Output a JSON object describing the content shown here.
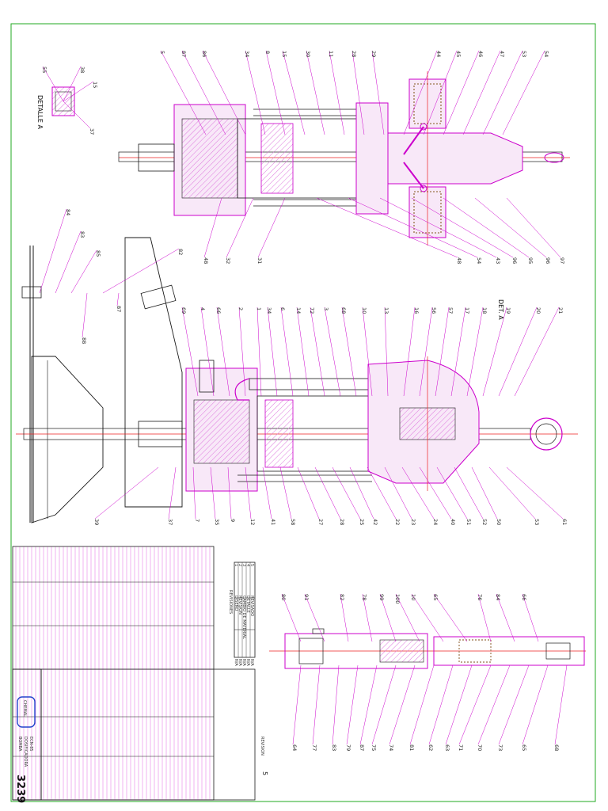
{
  "sheet": {
    "drawing_number": "3239",
    "revision_label": "REVISION",
    "revision_number": "5",
    "title_lines": [
      "BOMBA",
      "DOSIFICADORA",
      "ECN-85"
    ],
    "company_logo": "CHEMAL",
    "detail_a_label": "DETALLE A",
    "det_a_label": "DET. A",
    "revisiones_label": "REVISIONES"
  },
  "colors": {
    "frame": "#22aa22",
    "outline": "#cc00cc",
    "hatch": "#dd77dd",
    "part": "#1a1a1a",
    "center_line": "#ee2222",
    "spring": "#aa8866",
    "background": "#ffffff"
  },
  "callouts_top": [
    "5",
    "87",
    "86",
    "34",
    "8",
    "15",
    "30",
    "11",
    "28",
    "29",
    "44",
    "45",
    "46",
    "47",
    "53",
    "54"
  ],
  "callouts_top_lower": [
    "48",
    "32",
    "31",
    "48",
    "54",
    "43",
    "96",
    "95",
    "96",
    "97"
  ],
  "callouts_mid_top": [
    "69",
    "4",
    "66",
    "2",
    "1",
    "34",
    "6",
    "14",
    "72",
    "3",
    "68",
    "10",
    "13",
    "16",
    "56",
    "57",
    "17",
    "18",
    "19",
    "20",
    "21"
  ],
  "callouts_mid_bottom": [
    "39",
    "37",
    "7",
    "35",
    "9",
    "12",
    "41",
    "58",
    "27",
    "28",
    "25",
    "42",
    "22",
    "23",
    "24",
    "40",
    "51",
    "52",
    "50",
    "53",
    "61"
  ],
  "callouts_left": [
    "84",
    "83",
    "85",
    "88",
    "82",
    "87"
  ],
  "callouts_detail": [
    "55",
    "38",
    "15",
    "37"
  ],
  "callouts_bottom_top": [
    "80",
    "91",
    "82",
    "78",
    "99",
    "100",
    "10",
    "65",
    "76",
    "84",
    "66"
  ],
  "callouts_bottom_bottom": [
    "64",
    "77",
    "83",
    "79",
    "87",
    "75",
    "74",
    "81",
    "62",
    "63",
    "71",
    "70",
    "73",
    "65",
    "68"
  ],
  "revision_rows": [
    [
      "1",
      "DISEÑO",
      "",
      "N/A"
    ],
    [
      "2",
      "REVISION",
      "",
      "N/A"
    ],
    [
      "3",
      "CAMBIO DE MATERIAL",
      "",
      "N/A"
    ],
    [
      "4",
      "DETALLE",
      "",
      "N/A"
    ],
    [
      "5",
      "REVISADO",
      "",
      "N/A"
    ]
  ]
}
